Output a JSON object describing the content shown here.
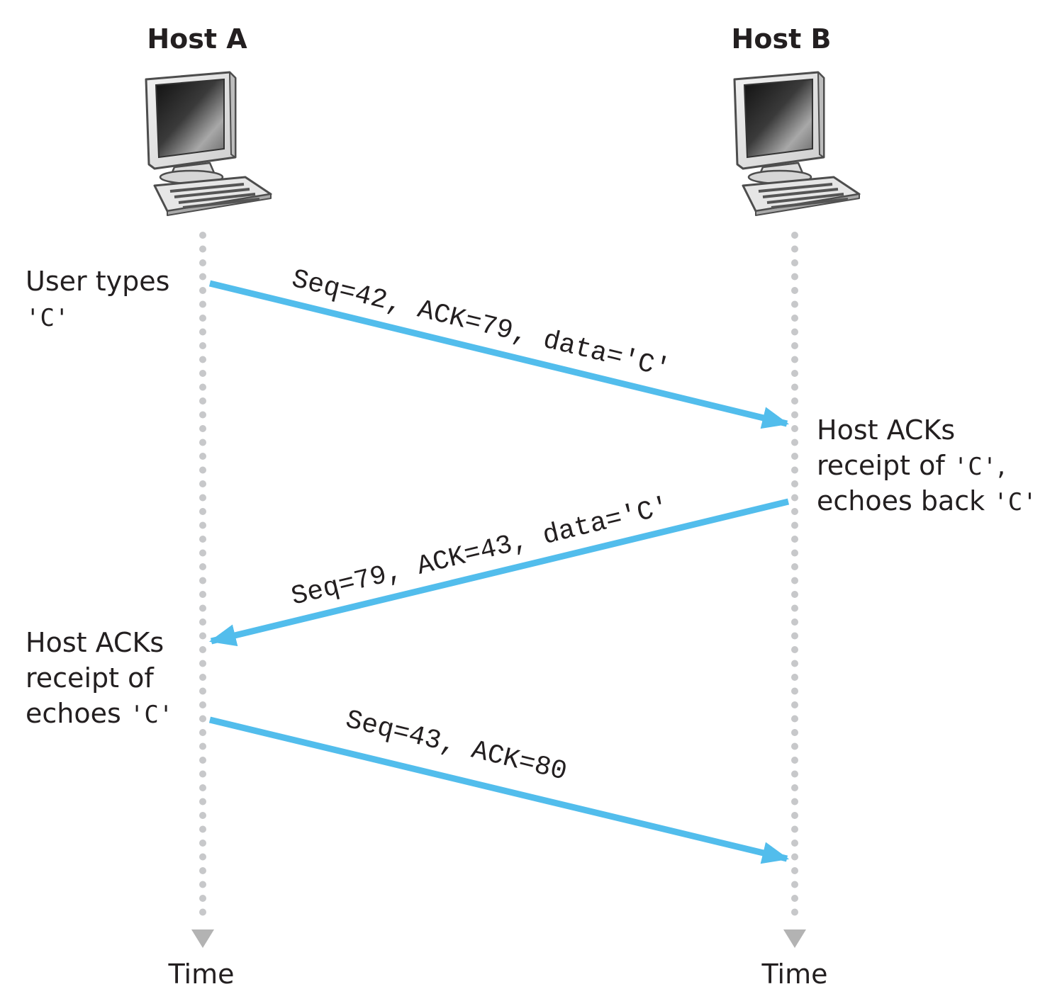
{
  "hosts": {
    "a": {
      "title": "Host A"
    },
    "b": {
      "title": "Host B"
    }
  },
  "timeline_label": "Time",
  "notes": {
    "a_user_types": {
      "line1": "User types",
      "line2_code": "'C'"
    },
    "b_host_acks": {
      "line1": "Host ACKs",
      "line2_text": "receipt of ",
      "line2_code": "'C'",
      "line2_after": ",",
      "line3_text": "echoes back ",
      "line3_code": "'C'"
    },
    "a_host_acks": {
      "line1": "Host ACKs",
      "line2": "receipt of",
      "line3_text": "echoes ",
      "line3_code": "'C'"
    }
  },
  "segments": [
    {
      "label": "Seq=42, ACK=79, data='C'",
      "direction": "A to B"
    },
    {
      "label": "Seq=79, ACK=43, data='C'",
      "direction": "B to A"
    },
    {
      "label": "Seq=43, ACK=80",
      "direction": "A to B"
    }
  ],
  "colors": {
    "arrow": "#52bdec",
    "timeline": "#c7c8ca",
    "text": "#231f20"
  },
  "icons": [
    "computer-icon"
  ]
}
